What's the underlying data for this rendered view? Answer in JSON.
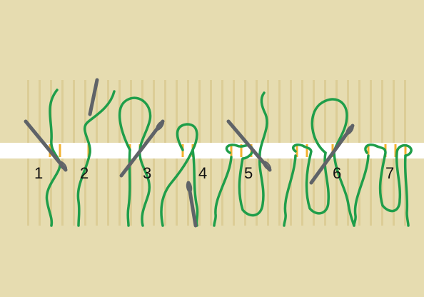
{
  "colors": {
    "background": "#e6dcb0",
    "fabric_fold_gap": "#ffffff",
    "stripe": "#dccd96",
    "thread": "#1f9e4a",
    "thread_dark": "#177a38",
    "needle": "#5f6368",
    "stitch_mark": "#f2b230"
  },
  "steps": [
    {
      "label": "1"
    },
    {
      "label": "2"
    },
    {
      "label": "3"
    },
    {
      "label": "4"
    },
    {
      "label": "5"
    },
    {
      "label": "6"
    },
    {
      "label": "7"
    }
  ]
}
